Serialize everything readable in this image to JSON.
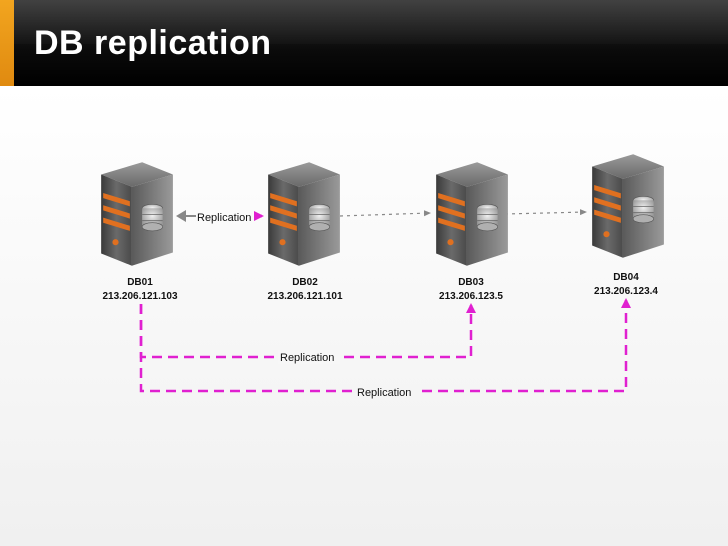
{
  "slide": {
    "title": "DB replication",
    "accent_color": "#f0a020"
  },
  "servers": [
    {
      "name": "DB01",
      "ip": "213.206.121.103"
    },
    {
      "name": "DB02",
      "ip": "213.206.121.101"
    },
    {
      "name": "DB03",
      "ip": "213.206.123.5"
    },
    {
      "name": "DB04",
      "ip": "213.206.123.4"
    }
  ],
  "links": [
    {
      "from": "DB01",
      "to": "DB02",
      "label": "Replication",
      "style": "solid-magenta"
    },
    {
      "from": "DB02",
      "to": "DB03",
      "label": "",
      "style": "dotted-gray"
    },
    {
      "from": "DB03",
      "to": "DB04",
      "label": "",
      "style": "dotted-gray"
    },
    {
      "from": "DB01",
      "to": "DB03",
      "label": "Replication",
      "style": "dashed-magenta"
    },
    {
      "from": "DB01",
      "to": "DB04",
      "label": "Replication",
      "style": "dashed-magenta"
    }
  ],
  "colors": {
    "replication_line": "#e020d0",
    "secondary_line": "#888888",
    "server_body": "#555555",
    "server_stripe": "#e07020"
  }
}
